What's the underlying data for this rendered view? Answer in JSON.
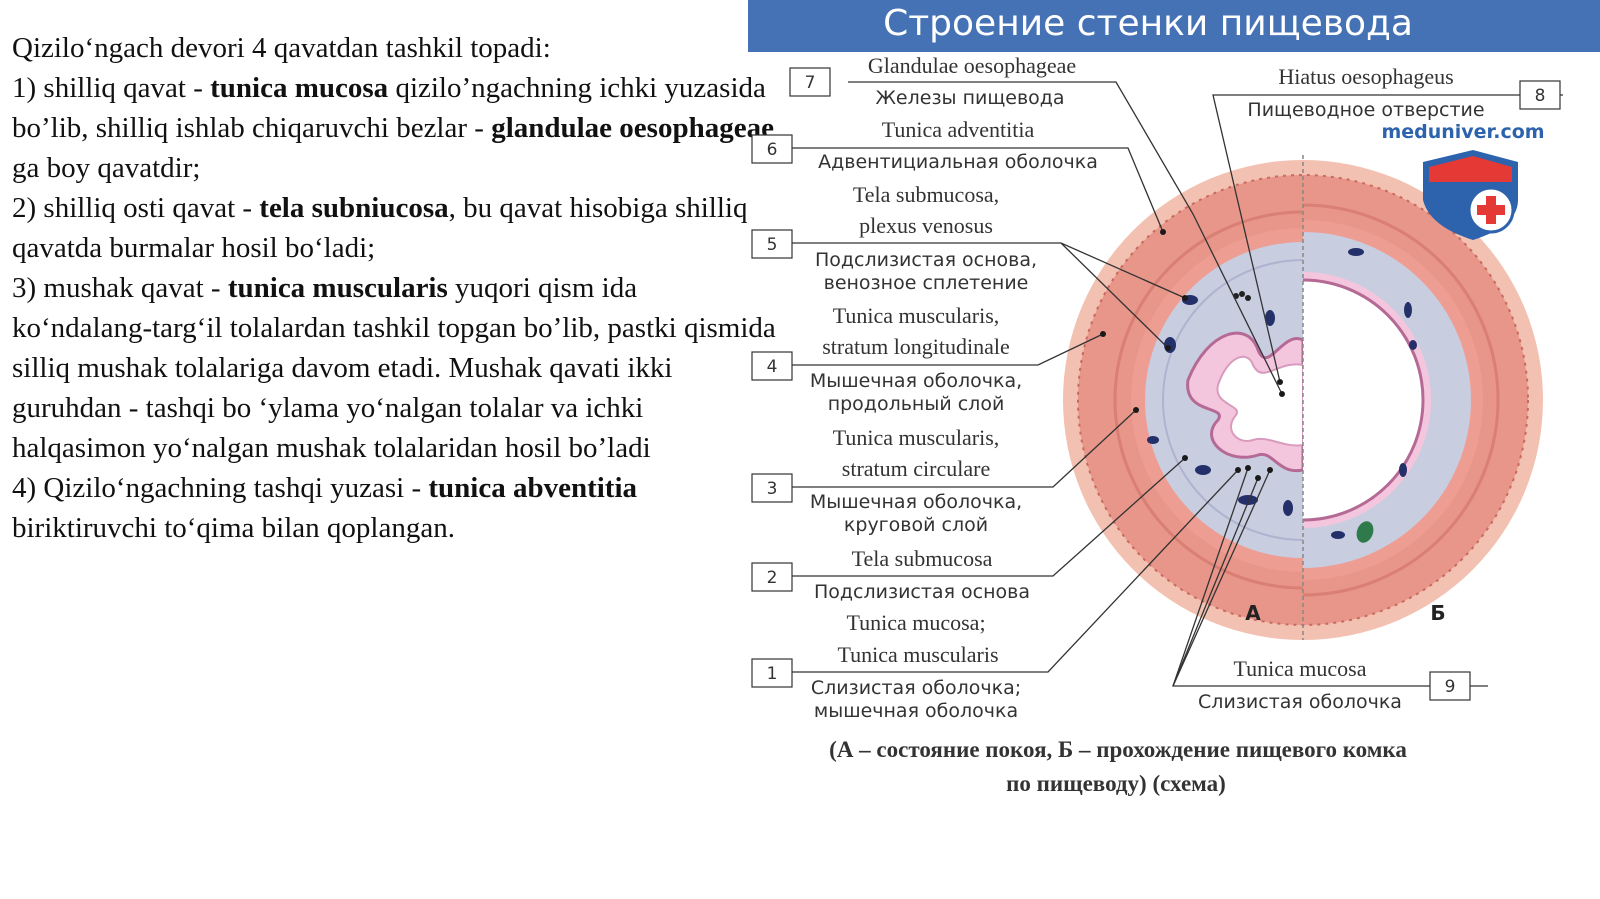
{
  "text": {
    "intro": "Qizilo‘ngach devori 4 qavatdan tashkil topadi:",
    "l1_a": "1) shilliq qavat - ",
    "l1_b": "tunica mucosa",
    "l1_c": " qizilo’ngachning ichki yuzasida bo’lib, shilliq ishlab chiqaruvchi bezlar - ",
    "l1_d": "glandulae oesophageae",
    "l1_e": " ga boy qavatdir;",
    "l2_a": "2) shilliq osti qavat - ",
    "l2_b": "tela subniucosa",
    "l2_c": ", bu qavat hisobiga shilliq qavatda burmalar hosil bo‘ladi;",
    "l3_a": "3) mushak qavat - ",
    "l3_b": "tunica muscularis",
    "l3_c": " yuqori qism ida ko‘ndalang-targ‘il tolalardan tashkil topgan bo’lib, pastki qismida silliq mushak tolalariga davom etadi. Mushak qavati ikki guruhdan - tashqi bo ‘ylama yo‘nalgan tolalar va ichki halqasimon yo‘nalgan mushak tolalaridan hosil bo’ladi",
    "l4_a": "4) Qizilo‘ngachning tashqi yuzasi - ",
    "l4_b": "tunica abventitia",
    "l4_c": " biriktiruvchi to‘qima bilan qoplangan."
  },
  "figure": {
    "title": "Строение стенки пищевода",
    "site": "meduniver.com",
    "colors": {
      "banner": "#4472b4",
      "muscle": "#e8958a",
      "adventitia": "#f2c1b1",
      "submucosa": "#c9cde0",
      "mucosa": "#f4c6dd",
      "vessel": "#23306a",
      "site": "#2d63ad"
    },
    "labels": {
      "l7_latin": "Glandulae oesophageae",
      "l7_ru": "Железы пищевода",
      "l6_latin": "Tunica adventitia",
      "l6_ru": "Адвентициальная оболочка",
      "l5_latin1": "Tela submucosa,",
      "l5_latin2": "plexus venosus",
      "l5_ru1": "Подслизистая основа,",
      "l5_ru2": "венозное сплетение",
      "l4_latin1": "Tunica muscularis,",
      "l4_latin2": "stratum longitudinale",
      "l4_ru1": "Мышечная оболочка,",
      "l4_ru2": "продольный слой",
      "l3_latin1": "Tunica muscularis,",
      "l3_latin2": "stratum circulare",
      "l3_ru1": "Мышечная оболочка,",
      "l3_ru2": "круговой слой",
      "l2_latin": "Tela submucosa",
      "l2_ru": "Подслизистая основа",
      "l1_latin1": "Tunica mucosa;",
      "l1_latin2": "Tunica muscularis",
      "l1_ru1": "Слизистая оболочка;",
      "l1_ru2": "мышечная оболочка",
      "l8_latin": "Hiatus oesophageus",
      "l8_ru": "Пищеводное отверстие",
      "l9_latin": "Tunica mucosa",
      "l9_ru": "Слизистая оболочка"
    },
    "numbers": {
      "n1": "1",
      "n2": "2",
      "n3": "3",
      "n4": "4",
      "n5": "5",
      "n6": "6",
      "n7": "7",
      "n8": "8",
      "n9": "9"
    },
    "panel_a": "А",
    "panel_b": "Б",
    "caption1": "(А – состояние покоя, Б – прохождение пищевого комка",
    "caption2": "по пищеводу) (схема)"
  }
}
